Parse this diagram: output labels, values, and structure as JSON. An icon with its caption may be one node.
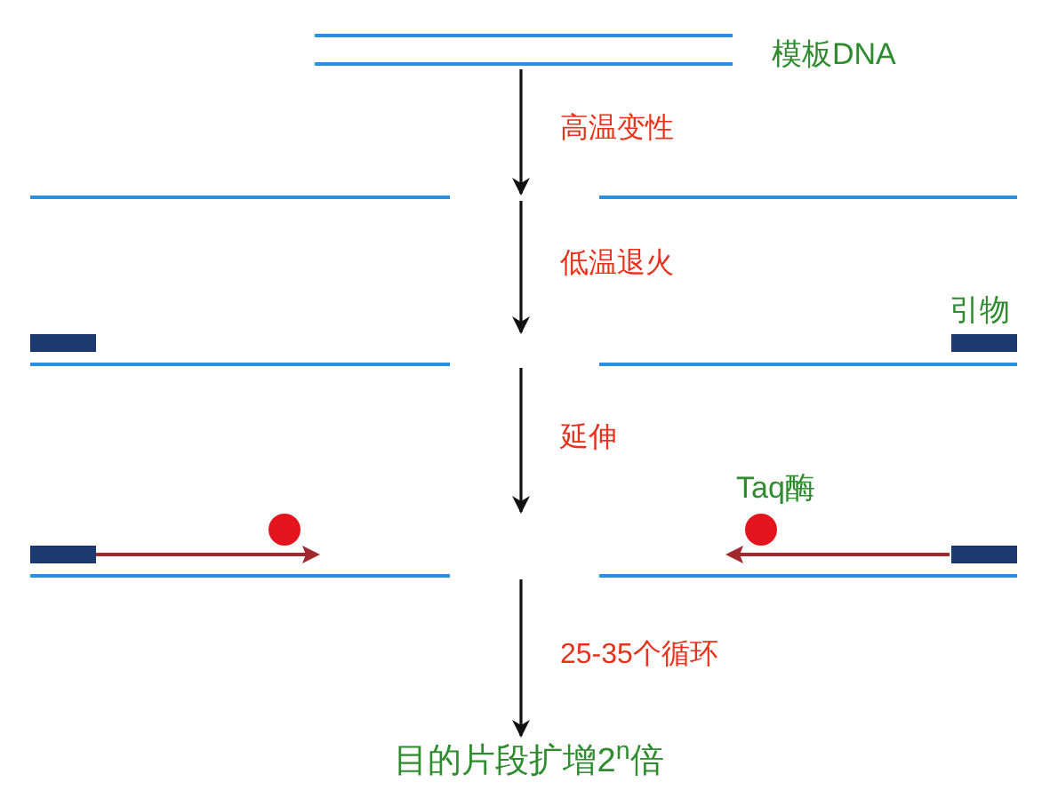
{
  "diagram": {
    "nodes": [
      {
        "text": [],
        "shape": "picture",
        "beside": [
          "模板DNA"
        ]
      },
      {
        "text": [],
        "shape": "picture"
      },
      {
        "text": [],
        "shape": "picture",
        "beside": [
          "引物"
        ]
      },
      {
        "text": [],
        "shape": "picture",
        "beside": [
          "Taq酶"
        ]
      },
      {
        "text": [
          "目的片段扩增2$^{n}$倍"
        ]
      }
    ],
    "edges": [
      {
        "from": 0,
        "to": 1,
        "arrow": "to",
        "label": "高温变性"
      },
      {
        "from": 1,
        "to": 2,
        "arrow": "to",
        "label": "低温退火"
      },
      {
        "from": 2,
        "to": 3,
        "arrow": "to",
        "label": "延伸"
      },
      {
        "from": 3,
        "to": 4,
        "arrow": "to",
        "label": "25-35个循环"
      }
    ]
  }
}
